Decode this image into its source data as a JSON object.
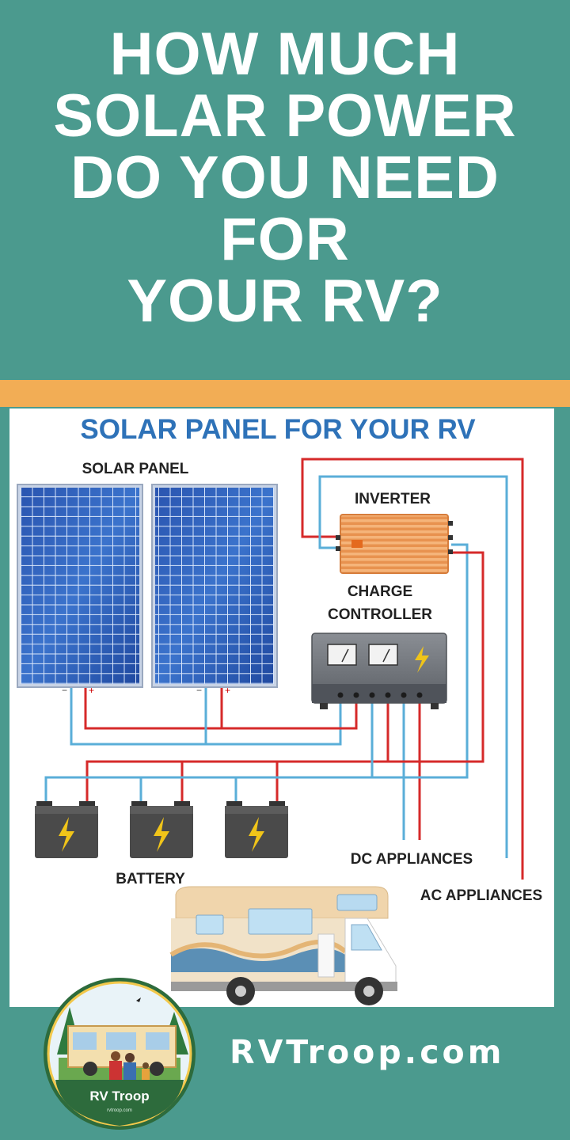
{
  "headline": {
    "lines": [
      "HOW MUCH",
      "SOLAR POWER",
      "DO YOU NEED",
      "FOR",
      "YOUR RV?"
    ]
  },
  "diagram": {
    "title": "SOLAR PANEL FOR YOUR RV",
    "labels": {
      "solar_panel": "SOLAR PANEL",
      "inverter": "INVERTER",
      "charge_controller_line1": "CHARGE",
      "charge_controller_line2": "CONTROLLER",
      "battery": "BATTERY",
      "dc_appliances": "DC APPLIANCES",
      "ac_appliances": "AC APPLIANCES"
    },
    "terminal_minus": "−",
    "terminal_plus": "+",
    "colors": {
      "wire_red": "#d62a2a",
      "wire_blue": "#5aaed8",
      "title_blue": "#2e72b8",
      "panel_blue": "#2f5fb8",
      "inverter_orange": "#f0a060",
      "battery_gray": "#4a4a4a"
    }
  },
  "footer": {
    "site": "RVTroop.com",
    "logo_text": "RV Troop",
    "logo_subtext": "rvtroop.com"
  }
}
